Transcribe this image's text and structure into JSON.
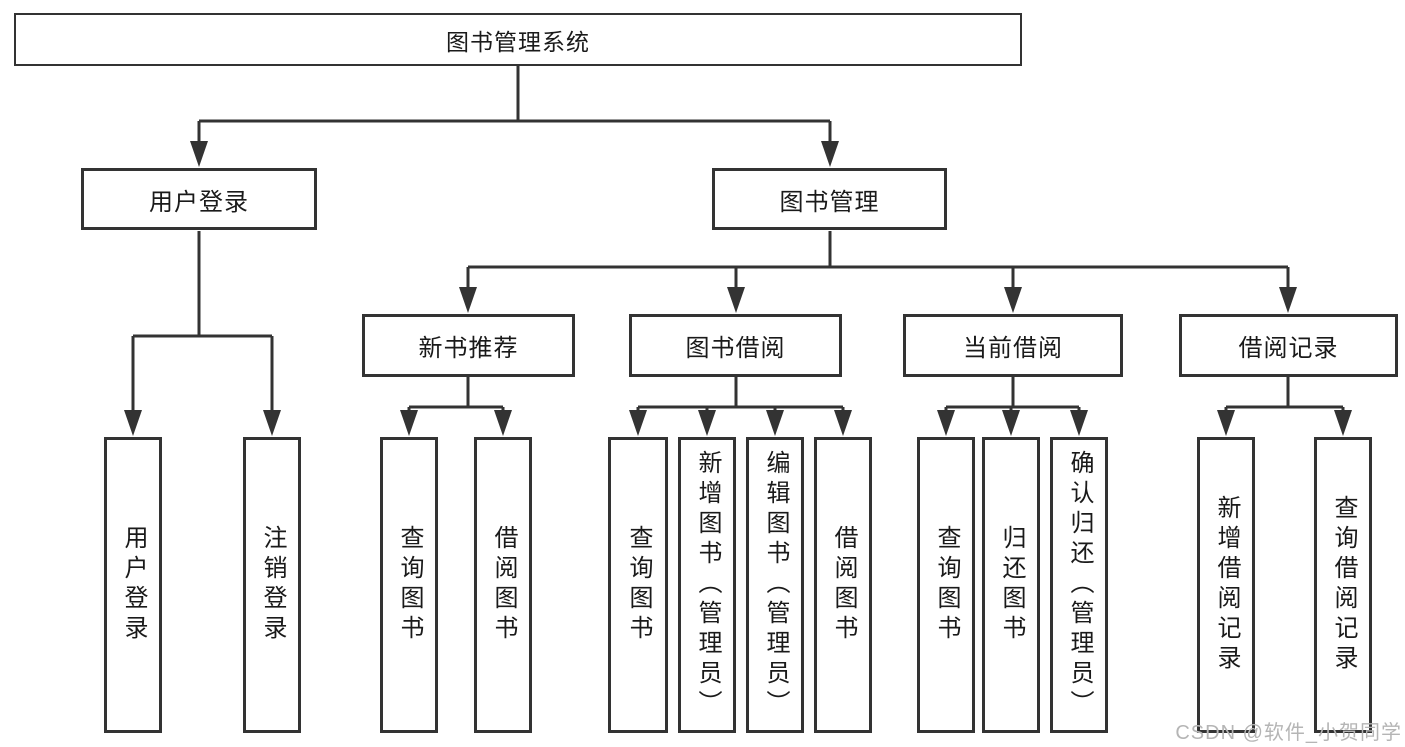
{
  "diagram_type": "hierarchy-tree",
  "colors": {
    "line": "#333333",
    "box_border": "#333333",
    "text": "#1a1a1a",
    "background": "#ffffff",
    "watermark": "#b5b5b5"
  },
  "nodes": {
    "root": "图书管理系统",
    "user_login": "用户登录",
    "book_management": "图书管理",
    "new_book_recommend": "新书推荐",
    "book_borrowing": "图书借阅",
    "current_borrowing": "当前借阅",
    "borrowing_records": "借阅记录",
    "leaf_user_login": "用户登录",
    "leaf_logout": "注销登录",
    "leaf_nbr_query_books": "查询图书",
    "leaf_nbr_borrow_books": "借阅图书",
    "leaf_bb_query_books": "查询图书",
    "leaf_bb_add_books": "新增图书（管理员）",
    "leaf_bb_edit_books": "编辑图书（管理员）",
    "leaf_bb_borrow_books": "借阅图书",
    "leaf_cb_query_books": "查询图书",
    "leaf_cb_return_books": "归还图书",
    "leaf_cb_confirm_return": "确认归还（管理员）",
    "leaf_br_add_record": "新增借阅记录",
    "leaf_br_query_record": "查询借阅记录"
  },
  "hierarchy": {
    "图书管理系统": {
      "用户登录": [
        "用户登录",
        "注销登录"
      ],
      "图书管理": {
        "新书推荐": [
          "查询图书",
          "借阅图书"
        ],
        "图书借阅": [
          "查询图书",
          "新增图书（管理员）",
          "编辑图书（管理员）",
          "借阅图书"
        ],
        "当前借阅": [
          "查询图书",
          "归还图书",
          "确认归还（管理员）"
        ],
        "借阅记录": [
          "新增借阅记录",
          "查询借阅记录"
        ]
      }
    }
  },
  "watermark": "CSDN @软件_小贺同学"
}
